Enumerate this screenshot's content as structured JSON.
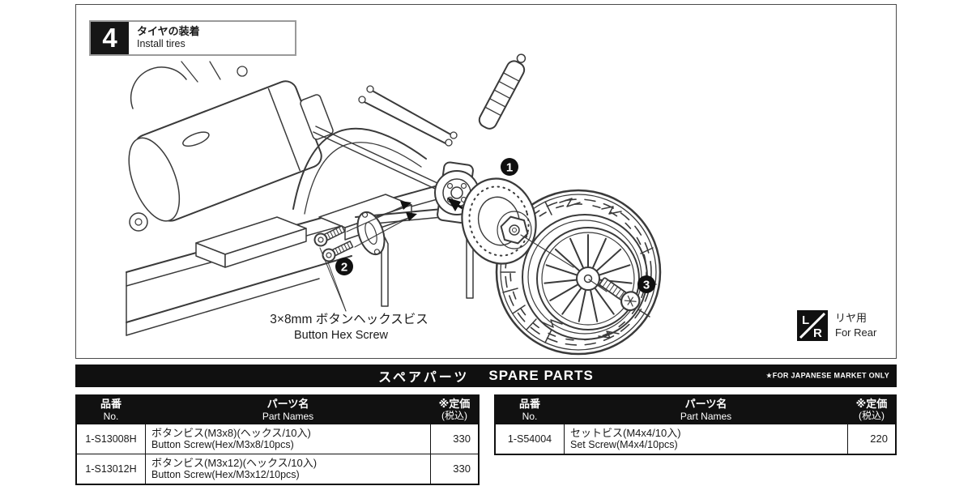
{
  "step": {
    "number": "4",
    "title_jp": "タイヤの装着",
    "title_en": "Install tires"
  },
  "diagram": {
    "callout_1": "1",
    "callout_2": "2",
    "callout_3": "3",
    "screw_note_jp": "3×8mm ボタンヘックスビス",
    "screw_note_en": "Button Hex Screw",
    "badge": {
      "l": "L",
      "r": "R",
      "label_jp": "リヤ用",
      "label_en": "For Rear"
    }
  },
  "spare_parts_bar": {
    "title_jp": "スペアパーツ",
    "title_en": "SPARE PARTS",
    "market_note": "★FOR JAPANESE MARKET ONLY"
  },
  "tables": [
    {
      "headers": {
        "no_jp": "品番",
        "no_en": "No.",
        "name_jp": "パーツ名",
        "name_en": "Part Names",
        "price_jp": "※定価",
        "price_note": "(税込)"
      },
      "rows": [
        {
          "no": "1-S13008H",
          "name_jp": "ボタンビス(M3x8)(ヘックス/10入)",
          "name_en": "Button Screw(Hex/M3x8/10pcs)",
          "price": "330"
        },
        {
          "no": "1-S13012H",
          "name_jp": "ボタンビス(M3x12)(ヘックス/10入)",
          "name_en": "Button Screw(Hex/M3x12/10pcs)",
          "price": "330"
        }
      ]
    },
    {
      "headers": {
        "no_jp": "品番",
        "no_en": "No.",
        "name_jp": "パーツ名",
        "name_en": "Part Names",
        "price_jp": "※定価",
        "price_note": "(税込)"
      },
      "rows": [
        {
          "no": "1-S54004",
          "name_jp": "セットビス(M4x4/10入)",
          "name_en": "Set Screw(M4x4/10pcs)",
          "price": "220"
        }
      ]
    }
  ]
}
